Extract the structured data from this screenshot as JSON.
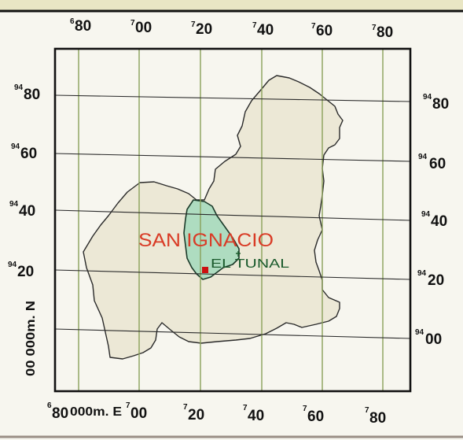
{
  "map": {
    "colors": {
      "page": "#f7f6ef",
      "municipality_fill": "#ece8d6",
      "municipality_outline": "#2a2a2a",
      "highlight_fill": "#aedcc0",
      "highlight_outline": "#1c3b2a",
      "grid_line": "#8aa05a",
      "frame": "#111111",
      "town_marker": "#cc1010",
      "label_red": "#d93b26",
      "label_green": "#1a5a2c"
    },
    "x_axis": {
      "ticks_top": [
        {
          "sup": "6",
          "main": "80"
        },
        {
          "sup": "7",
          "main": "00"
        },
        {
          "sup": "7",
          "main": "20"
        },
        {
          "sup": "7",
          "main": "40"
        },
        {
          "sup": "7",
          "main": "60"
        },
        {
          "sup": "7",
          "main": "80"
        }
      ],
      "ticks_bottom": [
        {
          "sup": "6",
          "main": "80",
          "unit": "000m. E"
        },
        {
          "sup": "7",
          "main": "00",
          "unit": ""
        },
        {
          "sup": "7",
          "main": "20",
          "unit": ""
        },
        {
          "sup": "7",
          "main": "40",
          "unit": ""
        },
        {
          "sup": "7",
          "main": "60",
          "unit": ""
        },
        {
          "sup": "7",
          "main": "80",
          "unit": ""
        }
      ]
    },
    "y_axis": {
      "ticks_left": [
        {
          "sup": "94",
          "main": "80"
        },
        {
          "sup": "94",
          "main": "60"
        },
        {
          "sup": "94",
          "main": "40"
        },
        {
          "sup": "94",
          "main": "20"
        }
      ],
      "ticks_right": [
        {
          "sup": "94",
          "main": "80"
        },
        {
          "sup": "94",
          "main": "60"
        },
        {
          "sup": "94",
          "main": "40"
        },
        {
          "sup": "94",
          "main": "20"
        },
        {
          "sup": "94",
          "main": "00"
        }
      ],
      "left_unit_label": "00 000m. N"
    },
    "places": {
      "municipality": "SAN IGNACIO",
      "town": "EL TUNAL"
    }
  }
}
